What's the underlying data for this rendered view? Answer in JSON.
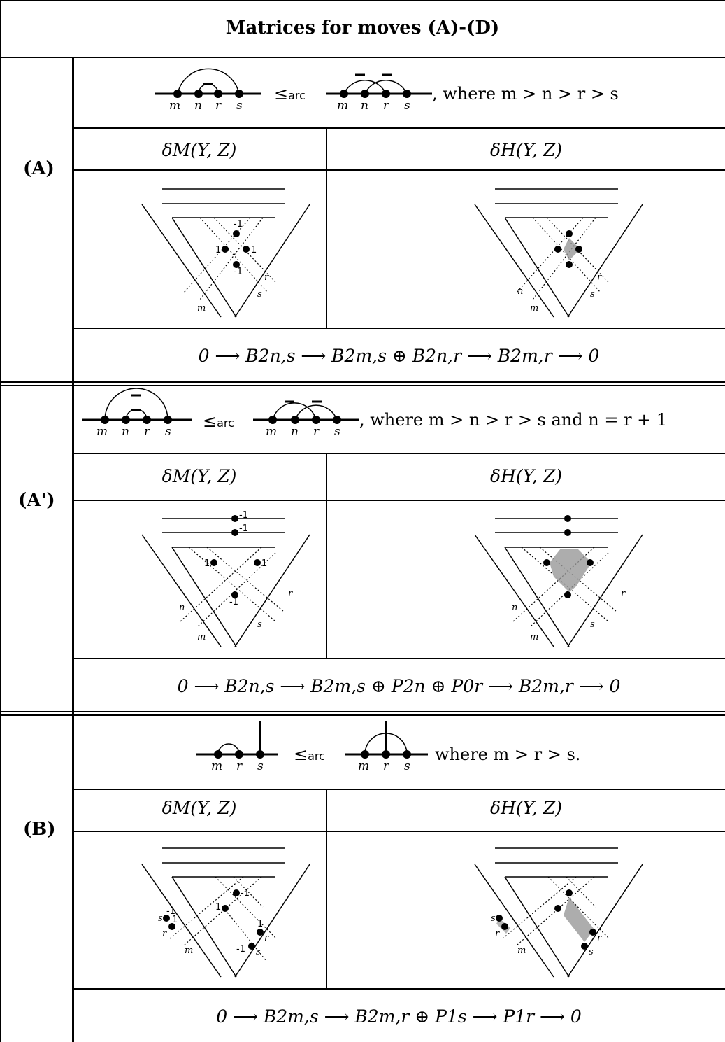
{
  "title": "Matrices for moves (A)-(D)",
  "sections": [
    {
      "label": "(A)",
      "condition": ", where m > n > r > s",
      "arc_labels": [
        "m",
        "n",
        "r",
        "s"
      ],
      "relation": "≤arc",
      "col_left": "δM(Y, Z)",
      "col_right": "δH(Y, Z)",
      "entries": [
        "-1",
        "1",
        "1",
        "-1"
      ],
      "diagram_labels": [
        "m",
        "r",
        "s",
        "n"
      ],
      "sequence": "0 ⟶ B2n,s ⟶ B2m,s ⊕ B2n,r ⟶ B2m,r ⟶ 0"
    },
    {
      "label": "(A')",
      "condition": ", where m > n > r > s and n = r + 1",
      "arc_labels": [
        "m",
        "n",
        "r",
        "s"
      ],
      "relation": "≤arc",
      "col_left": "δM(Y, Z)",
      "col_right": "δH(Y, Z)",
      "entries": [
        "-1",
        "-1",
        "1",
        "1",
        "-1"
      ],
      "diagram_labels": [
        "n",
        "r",
        "s",
        "m"
      ],
      "sequence": "0 ⟶ B2n,s ⟶ B2m,s ⊕ P2n ⊕ P0r ⟶ B2m,r ⟶ 0"
    },
    {
      "label": "(B)",
      "condition": "where m > r > s.",
      "arc_labels": [
        "m",
        "r",
        "s"
      ],
      "relation": "≤arc",
      "col_left": "δM(Y, Z)",
      "col_right": "δH(Y, Z)",
      "entries": [
        "-1",
        "1",
        "-1",
        "1",
        "1",
        "-1"
      ],
      "diagram_labels": [
        "s",
        "r",
        "m",
        "r",
        "s"
      ],
      "sequence": "0 ⟶ B2m,s ⟶ B2m,r ⊕ P1s ⟶ P1r ⟶ 0"
    }
  ]
}
